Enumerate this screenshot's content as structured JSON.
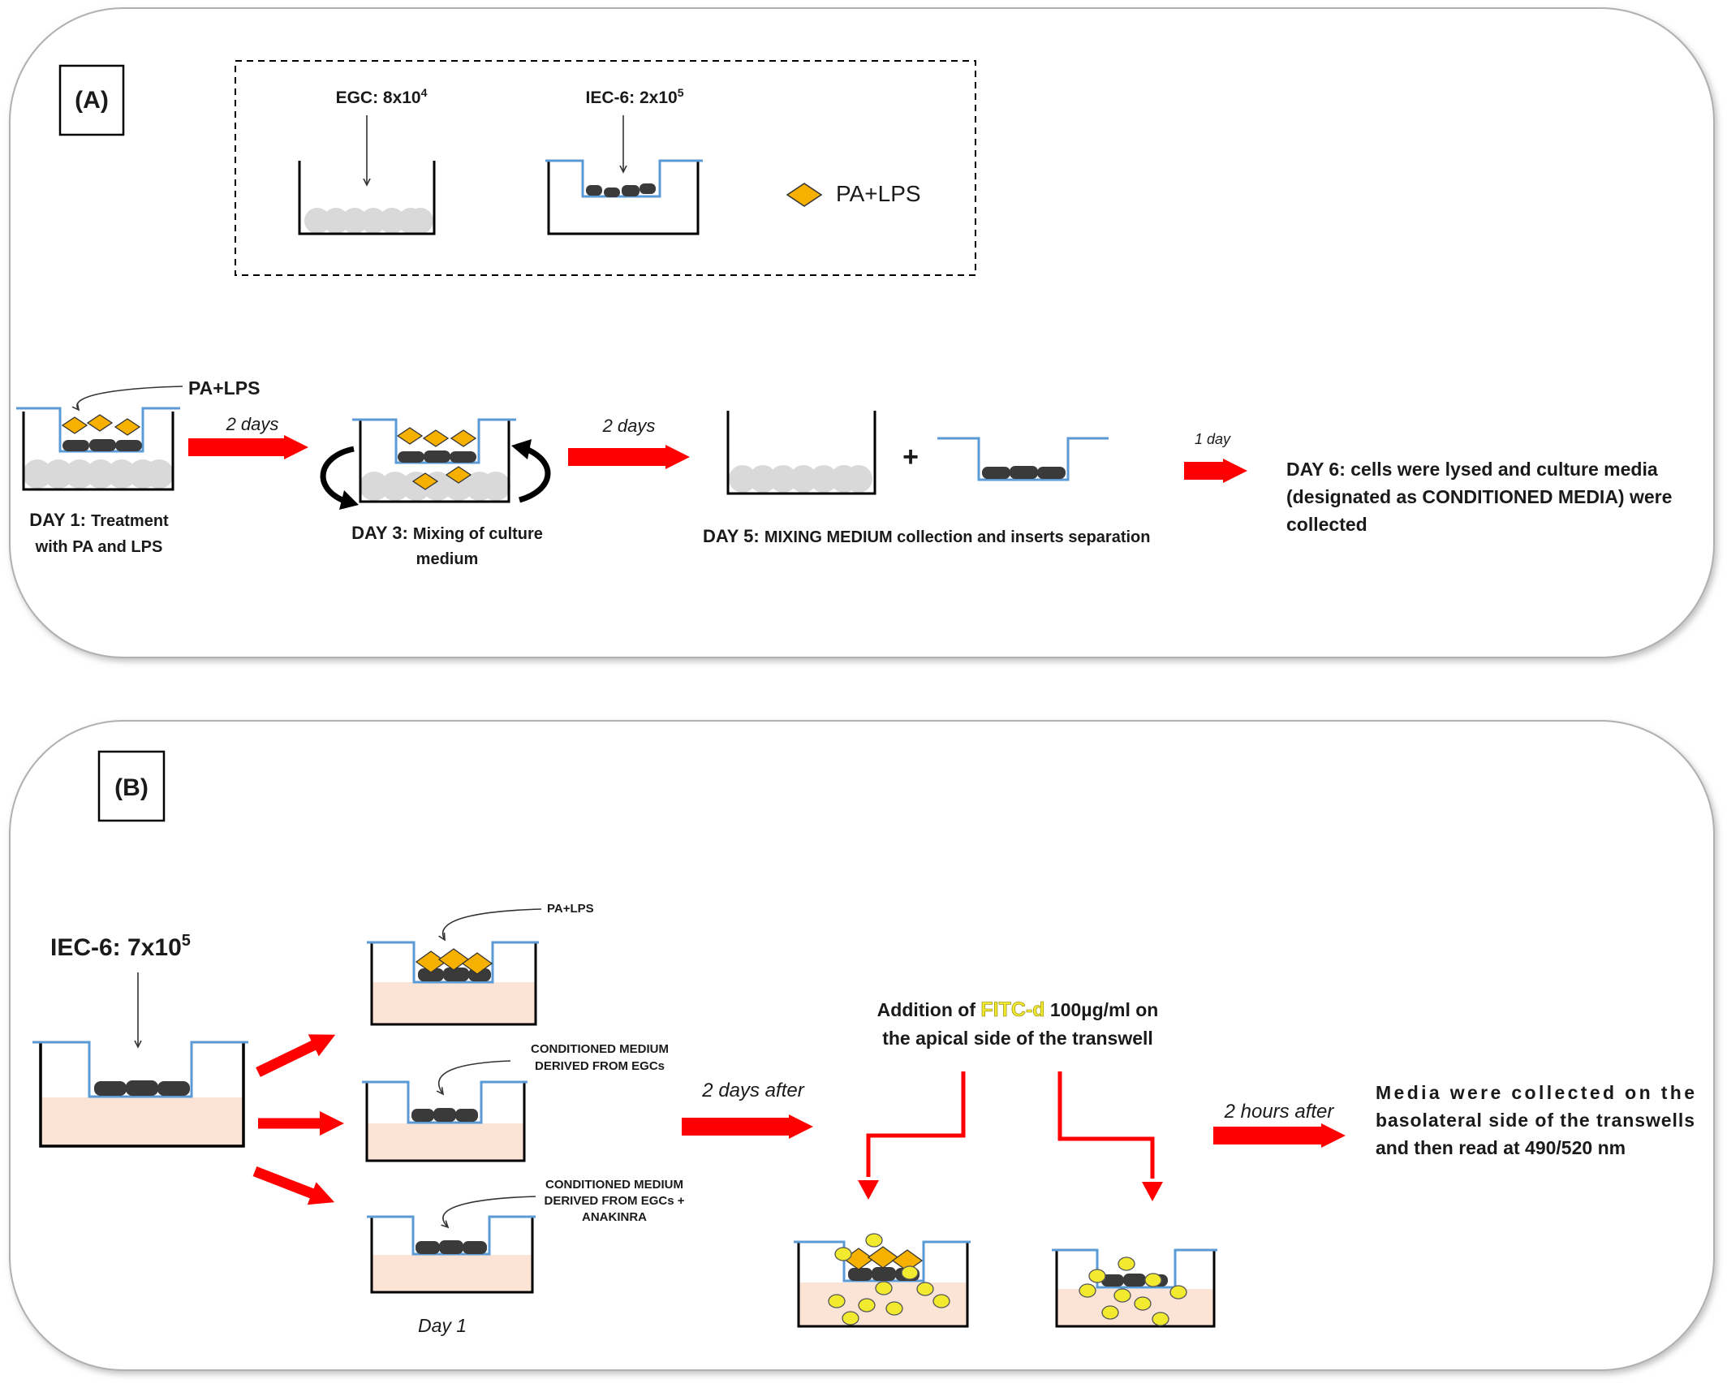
{
  "panel_a": {
    "label": "(A)",
    "legend": {
      "egc_label": "EGC: 8x10",
      "egc_exp": "4",
      "iec_label": "IEC-6: 2x10",
      "iec_exp": "5",
      "pa_lps_label": "PA+LPS"
    },
    "steps": {
      "pa_lps_label": "PA+LPS",
      "arrow1_label": "2 days",
      "day1_title": "DAY 1:",
      "day1_line1": "Treatment",
      "day1_line2": "with PA and LPS",
      "day3_title": "DAY 3:",
      "day3_line1": "Mixing of culture",
      "day3_line2": "medium",
      "arrow2_label": "2 days",
      "plus": "+",
      "day5_title": "DAY 5:",
      "day5_text": "MIXING MEDIUM collection and inserts separation",
      "arrow3_label": "1 day",
      "day6_title": "DAY 6:",
      "day6_line1": "cells were lysed and culture media",
      "day6_line2": "(designated as CONDITIONED MEDIA) were",
      "day6_line3": "collected"
    }
  },
  "panel_b": {
    "label": "(B)",
    "iec_label": "IEC-6: 7x10",
    "iec_exp": "5",
    "branch1_label": "PA+LPS",
    "branch2_line1": "CONDITIONED MEDIUM",
    "branch2_line2": "DERIVED FROM EGCs",
    "branch3_line1": "CONDITIONED MEDIUM",
    "branch3_line2": "DERIVED FROM EGCs +",
    "branch3_line3": "ANAKINRA",
    "day1_label": "Day 1",
    "arrow_2days_label": "2 days after",
    "addition_pre": "Addition of ",
    "addition_fitc": "FITC-d",
    "addition_post": " 100µg/ml on",
    "addition_line2": "the apical side of the transwell",
    "arrow_2hours_label": "2 hours after",
    "media_line1": "Media  were  collected  on  the",
    "media_line2": "basolateral side of the transwells",
    "media_line3": "and then read at 490/520 nm"
  },
  "colors": {
    "arrow_red": "#ff0000",
    "insert_blue": "#5b9bd5",
    "diamond_orange": "#f5b000",
    "fitc_yellow": "#f2ea2e",
    "medium_peach": "#fbe3d6",
    "cell_dark": "#3a3a3a",
    "egc_gray": "#d9d9d9"
  }
}
